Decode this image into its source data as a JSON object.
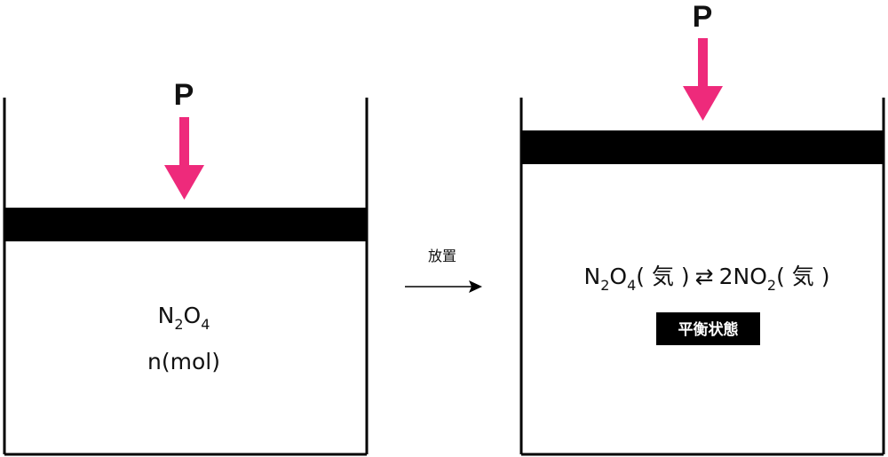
{
  "colors": {
    "arrow": "#ee2a7b",
    "piston": "#000000",
    "wall": "#000000",
    "badge_bg": "#000000",
    "badge_text": "#ffffff"
  },
  "left": {
    "pressure_label": "P",
    "formula": {
      "a": "N",
      "a_sub": "2",
      "b": "O",
      "b_sub": "4"
    },
    "amount": "n(mol)"
  },
  "transition": {
    "label": "放置"
  },
  "right": {
    "pressure_label": "P",
    "equation": {
      "r1": "N",
      "r1_sub": "2",
      "r2": "O",
      "r2_sub": "4",
      "r_state": "( 気 )",
      "arrow": "⇄",
      "p1": "2NO",
      "p1_sub": "2",
      "p_state": "( 気 )"
    },
    "status_badge": "平衡状態"
  }
}
